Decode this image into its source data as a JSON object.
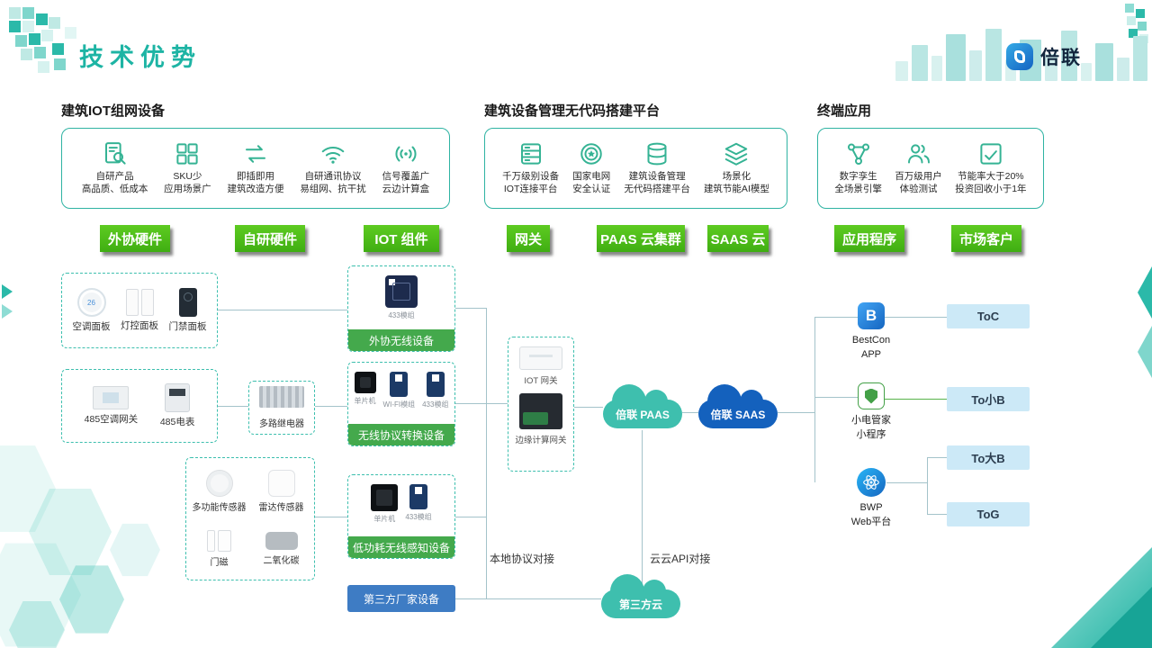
{
  "slide": {
    "title": "技术优势"
  },
  "brand": {
    "name": "倍联"
  },
  "sections": {
    "iot": "建筑IOT组网设备",
    "platform": "建筑设备管理无代码搭建平台",
    "terminal": "终端应用"
  },
  "features": {
    "iot": [
      {
        "title": "自研产品",
        "desc": "高品质、低成本"
      },
      {
        "title": "SKU少",
        "desc": "应用场景广"
      },
      {
        "title": "即插即用",
        "desc": "建筑改造方便"
      },
      {
        "title": "自研通讯协议",
        "desc": "易组网、抗干扰"
      },
      {
        "title": "信号覆盖广",
        "desc": "云边计算盒"
      }
    ],
    "platform": [
      {
        "title": "千万级别设备",
        "desc": "IOT连接平台"
      },
      {
        "title": "国家电网",
        "desc": "安全认证"
      },
      {
        "title": "建筑设备管理",
        "desc": "无代码搭建平台"
      },
      {
        "title": "场景化",
        "desc": "建筑节能AI模型"
      }
    ],
    "terminal": [
      {
        "title": "数字孪生",
        "desc": "全场景引擎"
      },
      {
        "title": "百万级用户",
        "desc": "体验测试"
      },
      {
        "title": "节能率大于20%",
        "desc": "投资回收小于1年"
      }
    ]
  },
  "stages": [
    "外协硬件",
    "自研硬件",
    "IOT 组件",
    "网关",
    "PAAS 云集群",
    "SAAS 云",
    "应用程序",
    "市场客户"
  ],
  "devices": {
    "panels": [
      "空调面板",
      "灯控面板",
      "门禁面板"
    ],
    "meters": [
      "485空调网关",
      "485电表"
    ],
    "sensors": [
      "多功能传感器",
      "雷达传感器",
      "门磁",
      "二氧化碳"
    ],
    "relay": "多路继电器"
  },
  "components": {
    "outsourced": {
      "chips": [
        "433模组"
      ],
      "label": "外协无线设备"
    },
    "protocol": {
      "chips": [
        "单片机",
        "WI-FI模组",
        "433模组"
      ],
      "label": "无线协议转换设备"
    },
    "lowpower": {
      "chips": [
        "单片机",
        "433模组"
      ],
      "label": "低功耗无线感知设备"
    },
    "third_party": "第三方厂家设备"
  },
  "gateway": {
    "name": "IOT 网关",
    "edge": "边缘计算网关"
  },
  "clouds": {
    "paas": "倍联 PAAS",
    "saas": "倍联 SAAS",
    "third": "第三方云"
  },
  "links": {
    "local": "本地协议对接",
    "cloud_api": "云云API对接"
  },
  "apps": [
    {
      "icon_letter": "B",
      "line1": "BestCon",
      "line2": "APP"
    },
    {
      "line1": "小电管家",
      "line2": "小程序"
    },
    {
      "line1": "BWP",
      "line2": "Web平台"
    }
  ],
  "markets": [
    "ToC",
    "To小B",
    "To大B",
    "ToG"
  ],
  "colors": {
    "accent_teal": "#1db4a4",
    "stage_green": "#4cc41d",
    "bar_green": "#44a94c",
    "bar_blue": "#3e7cc4",
    "cloud_teal": "#3ebfae",
    "cloud_blue": "#1461bd",
    "market_bg": "#cce9f7"
  }
}
